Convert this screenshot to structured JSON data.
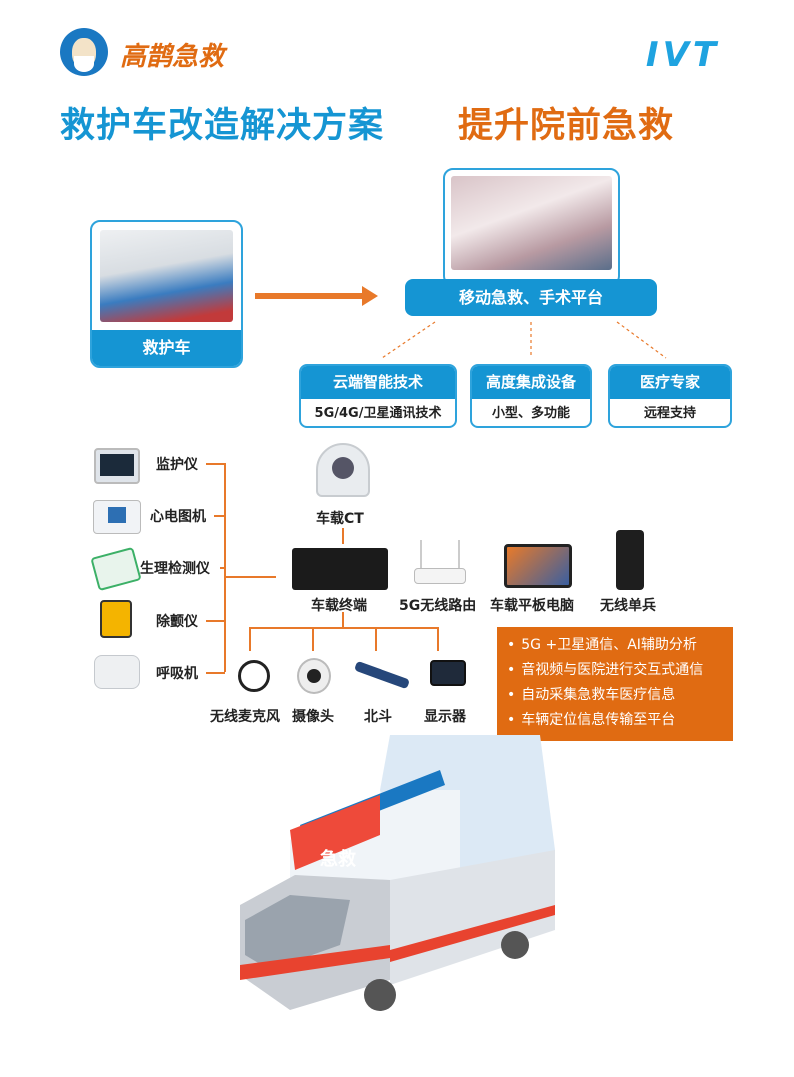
{
  "header": {
    "brand_logo_text": "高鹊急救",
    "partner_logo_text": "IVT",
    "title_blue": "救护车改造解决方案",
    "title_orange": "提升院前急救"
  },
  "flow": {
    "ambulance_label": "救护车",
    "platform_label": "移动急救、手术平台",
    "features": [
      {
        "title": "云端智能技术",
        "desc": "5G/4G/卫星通讯技术"
      },
      {
        "title": "高度集成设备",
        "desc": "小型、多功能"
      },
      {
        "title": "医疗专家",
        "desc": "远程支持"
      }
    ]
  },
  "devices_left": [
    "监护仪",
    "心电图机",
    "生理检测仪",
    "除颤仪",
    "呼吸机"
  ],
  "center": {
    "ct": "车载CT",
    "terminal": "车载终端",
    "router": "5G无线路由",
    "tablet": "车载平板电脑",
    "radio": "无线单兵"
  },
  "peripherals": [
    "无线麦克风",
    "摄像头",
    "北斗",
    "显示器"
  ],
  "benefits": [
    "5G +卫星通信、AI辅助分析",
    "音视频与医院进行交互式通信",
    "自动采集急救车医疗信息",
    "车辆定位信息传输至平台"
  ],
  "ambulance_text": "急救",
  "colors": {
    "blue": "#1595d3",
    "orange": "#e06b12"
  }
}
